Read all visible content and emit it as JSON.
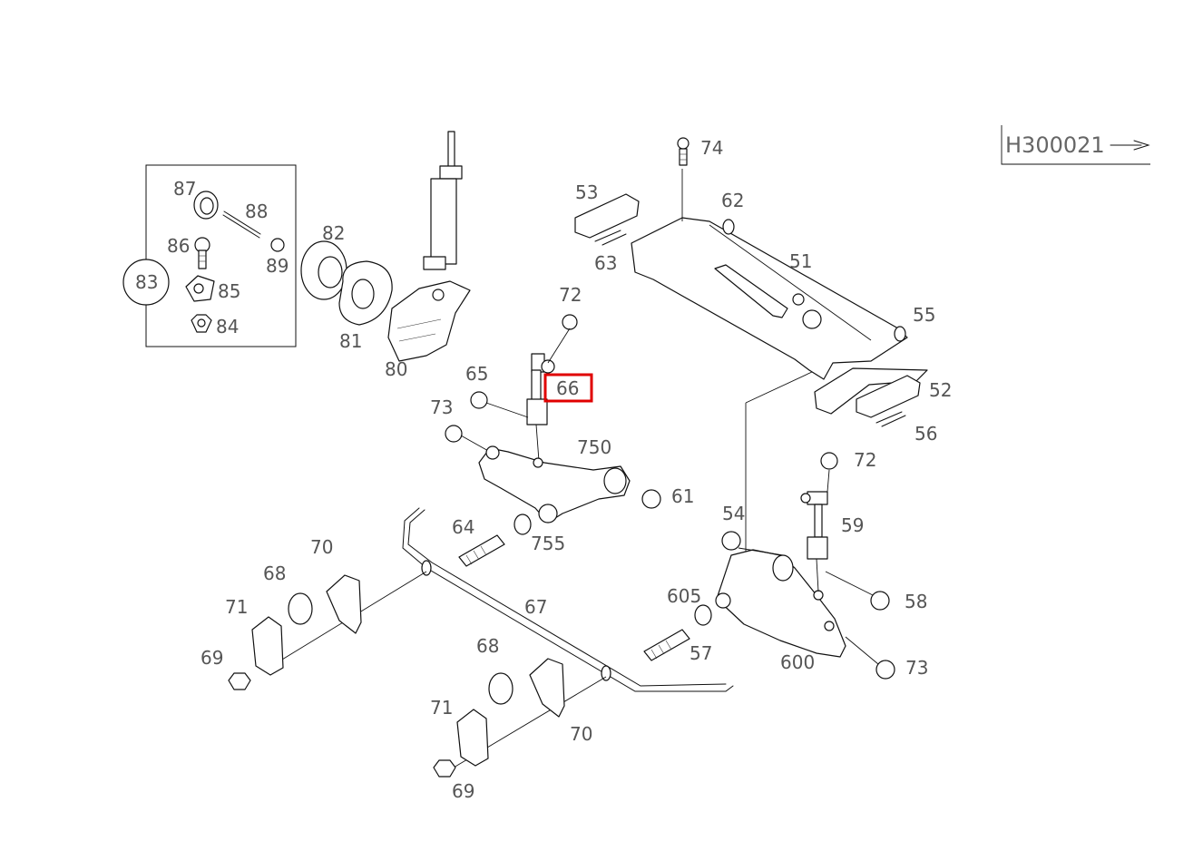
{
  "diagram": {
    "reference_code": "H300021",
    "highlighted_part": "66",
    "callouts": {
      "c87": "87",
      "c88": "88",
      "c86": "86",
      "c89": "89",
      "c83": "83",
      "c85": "85",
      "c84": "84",
      "c82": "82",
      "c81": "81",
      "c80": "80",
      "c74": "74",
      "c62": "62",
      "c53": "53",
      "c63": "63",
      "c51": "51",
      "c55": "55",
      "c52": "52",
      "c56": "56",
      "c72a": "72",
      "c65": "65",
      "c66": "66",
      "c73a": "73",
      "c750": "750",
      "c61": "61",
      "c64": "64",
      "c755": "755",
      "c70a": "70",
      "c68a": "68",
      "c71a": "71",
      "c69a": "69",
      "c67": "67",
      "c68b": "68",
      "c71b": "71",
      "c70b": "70",
      "c69b": "69",
      "c57": "57",
      "c605": "605",
      "c54": "54",
      "c72b": "72",
      "c59": "59",
      "c58": "58",
      "c600": "600",
      "c73b": "73"
    }
  }
}
